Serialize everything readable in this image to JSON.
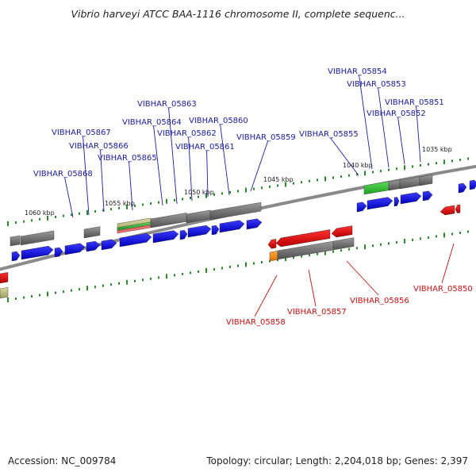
{
  "title": "Vibrio harveyi ATCC BAA-1116 chromosome II, complete sequenc...",
  "footer": {
    "accession": "Accession: NC_009784",
    "summary": "Topology: circular; Length: 2,204,018 bp; Genes: 2,397"
  },
  "colors": {
    "forward_gene": "#1010e0",
    "reverse_gene": "#e01010",
    "feature_grey": "#6a6a6a",
    "backbone": "#8a8a8a",
    "tick": "#2a8a2a",
    "forward_label": "#1a1aaa",
    "reverse_label": "#cc1111"
  },
  "scale_labels": [
    "1060 kbp",
    "1055 kbp",
    "1050 kbp",
    "1045 kbp",
    "1040 kbp",
    "1035 kbp"
  ],
  "forward_genes": [
    "VIBHAR_05868",
    "VIBHAR_05867",
    "VIBHAR_05866",
    "VIBHAR_05865",
    "VIBHAR_05864",
    "VIBHAR_05863",
    "VIBHAR_05862",
    "VIBHAR_05861",
    "VIBHAR_05860",
    "VIBHAR_05859",
    "VIBHAR_05855",
    "VIBHAR_05854",
    "VIBHAR_05853",
    "VIBHAR_05852",
    "VIBHAR_05851"
  ],
  "reverse_genes": [
    "VIBHAR_05858",
    "VIBHAR_05857",
    "VIBHAR_05856",
    "VIBHAR_05850"
  ]
}
